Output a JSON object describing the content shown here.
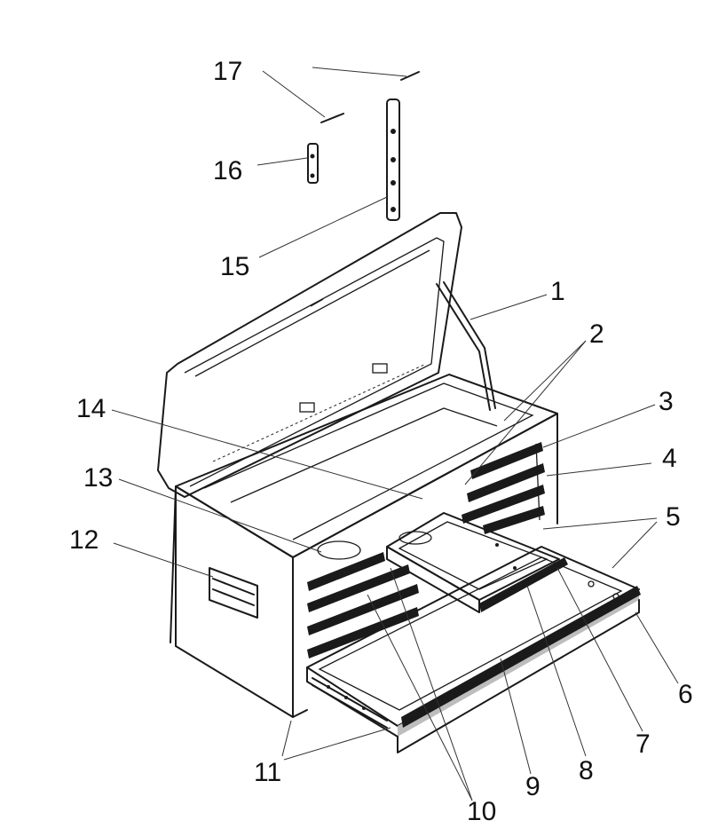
{
  "diagram": {
    "part_numbers": [
      "1",
      "2",
      "3",
      "4",
      "5",
      "6",
      "7",
      "8",
      "9",
      "10",
      "11",
      "12",
      "13",
      "14",
      "15",
      "16",
      "17"
    ]
  },
  "colors": {
    "line": "#1a1a1a",
    "background": "#ffffff"
  },
  "icons": {
    "hinge": "hinge-icon",
    "pin": "pin-icon",
    "handle": "handle-icon"
  }
}
